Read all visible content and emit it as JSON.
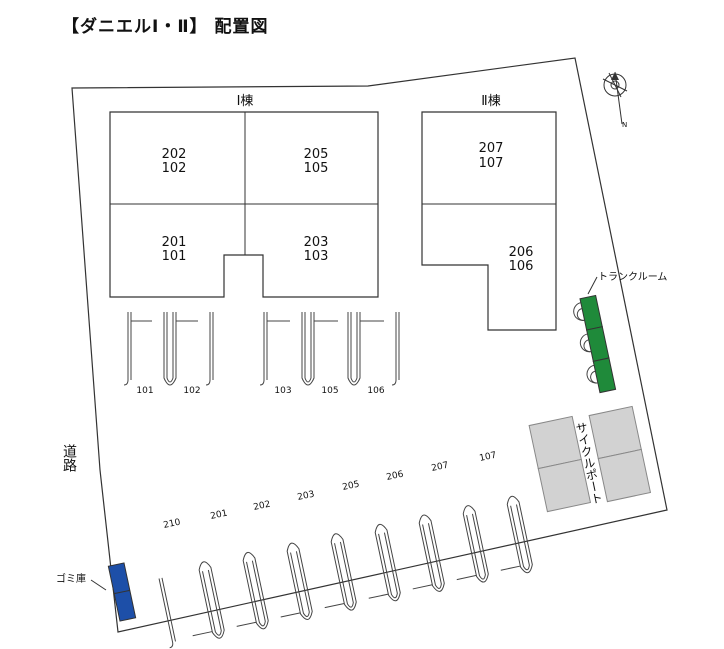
{
  "title": "【ダニエルⅠ・Ⅱ】 配置図",
  "buildings": {
    "b1": {
      "label": "Ⅰ棟",
      "units": [
        {
          "top": "202",
          "bottom": "102"
        },
        {
          "top": "205",
          "bottom": "105"
        },
        {
          "top": "201",
          "bottom": "101"
        },
        {
          "top": "203",
          "bottom": "103"
        }
      ]
    },
    "b2": {
      "label": "Ⅱ棟",
      "units": [
        {
          "top": "207",
          "bottom": "107"
        },
        {
          "top": "206",
          "bottom": "106"
        }
      ]
    }
  },
  "labels": {
    "trunk_room": "トランクルーム",
    "cycle_port": "サイクルポート",
    "road": "道路",
    "garbage": "ゴミ庫",
    "north": "N"
  },
  "parking_top": [
    "101",
    "102",
    "103",
    "105",
    "106"
  ],
  "parking_bottom": [
    "210",
    "201",
    "202",
    "203",
    "205",
    "206",
    "207",
    "107"
  ],
  "colors": {
    "trunk_room": "#1f8a3a",
    "garbage": "#1d4fa8",
    "cycle_port": "#d2d2d2",
    "line": "#333333"
  }
}
